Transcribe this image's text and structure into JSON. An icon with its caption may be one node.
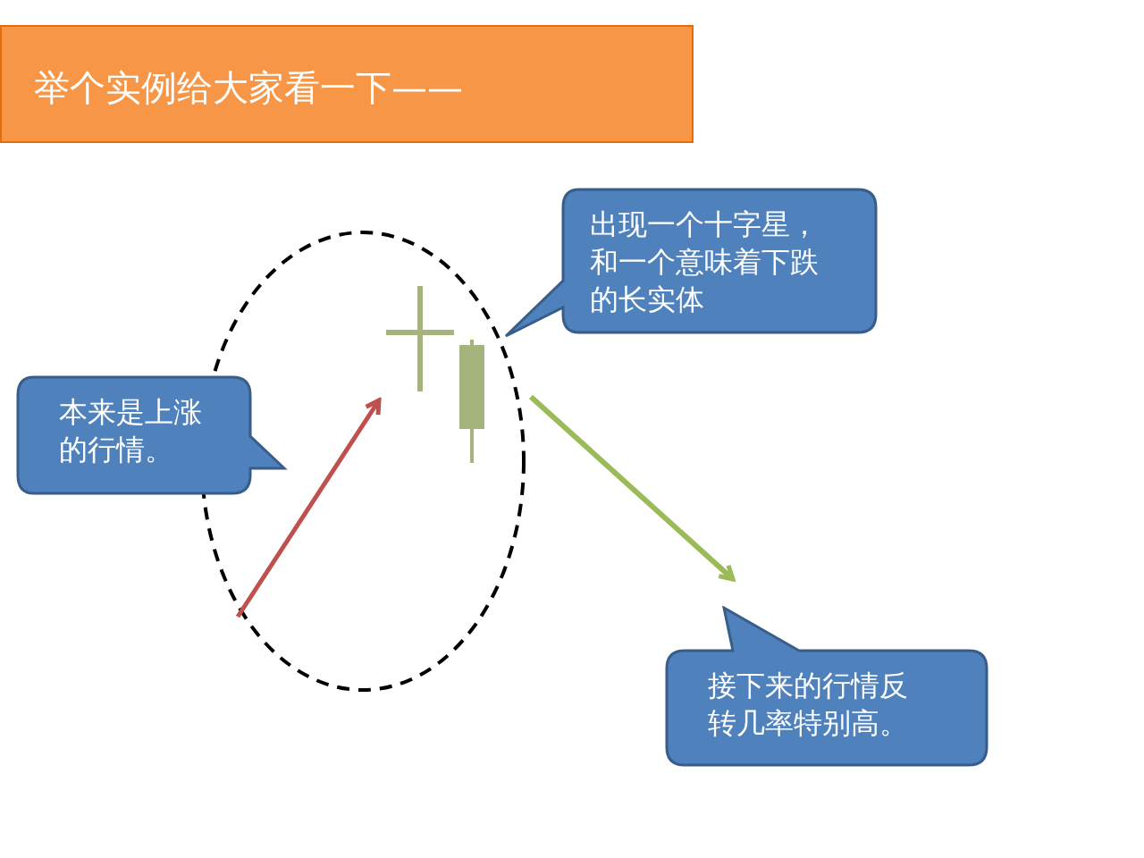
{
  "diagram": {
    "nodes": [
      {
        "text": [
          "举个实例给大家看一下——"
        ]
      },
      {
        "text": [
          "出现一个十字星，和一个意味着下跌的长实体"
        ]
      },
      {
        "text": [
          "本来是上涨的行情。"
        ]
      },
      {
        "text": [
          "接下来的行情反转几率特别高。"
        ]
      }
    ]
  }
}
